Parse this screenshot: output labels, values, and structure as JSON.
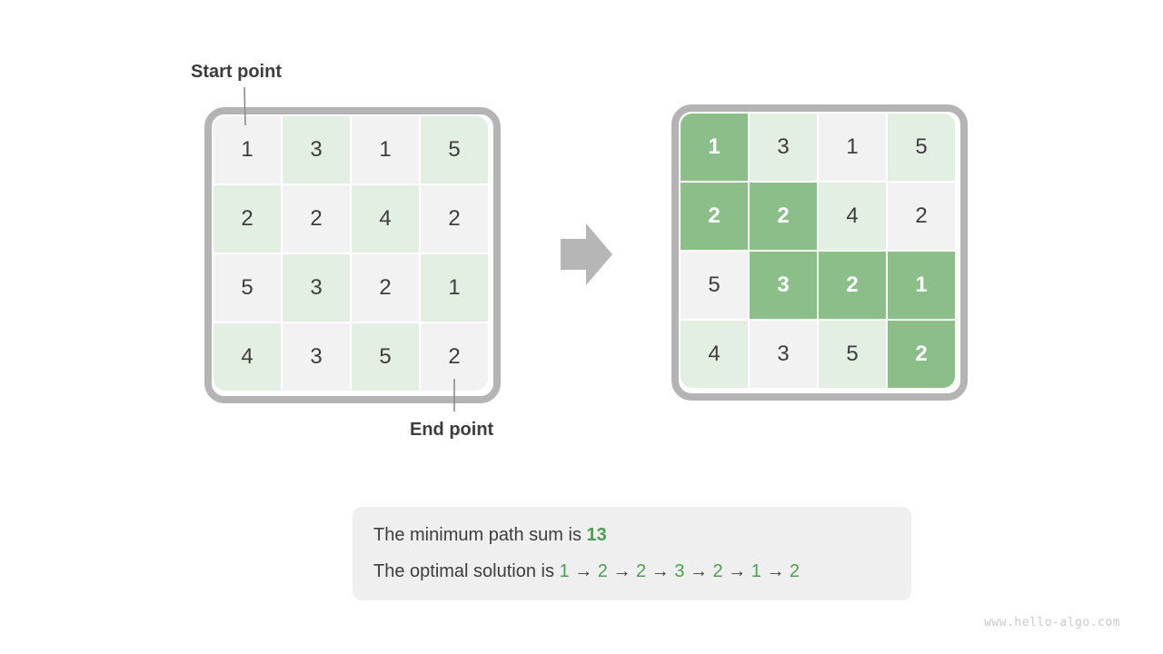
{
  "labels": {
    "start": "Start point",
    "end": "End point"
  },
  "grid_left": {
    "values": [
      [
        1,
        3,
        1,
        5
      ],
      [
        2,
        2,
        4,
        2
      ],
      [
        5,
        3,
        2,
        1
      ],
      [
        4,
        3,
        5,
        2
      ]
    ]
  },
  "grid_right": {
    "values": [
      [
        1,
        3,
        1,
        5
      ],
      [
        2,
        2,
        4,
        2
      ],
      [
        5,
        3,
        2,
        1
      ],
      [
        4,
        3,
        5,
        2
      ]
    ],
    "path_cells": [
      [
        0,
        0
      ],
      [
        1,
        0
      ],
      [
        1,
        1
      ],
      [
        2,
        1
      ],
      [
        2,
        2
      ],
      [
        2,
        3
      ],
      [
        3,
        3
      ]
    ]
  },
  "summary": {
    "line1_prefix": "The minimum path sum is ",
    "line1_value": "13",
    "line2_prefix": "The optimal solution is ",
    "sequence": [
      "1",
      "2",
      "2",
      "3",
      "2",
      "1",
      "2"
    ],
    "separator": "→"
  },
  "watermark": "www.hello-algo.com",
  "colors": {
    "path_cell": "#8cbe8a",
    "light_green": "#e4efe3",
    "light_gray": "#f2f2f2",
    "frame": "#b4b4b4",
    "green_text": "#4c9e50",
    "dark_text": "#3d3d3d"
  }
}
